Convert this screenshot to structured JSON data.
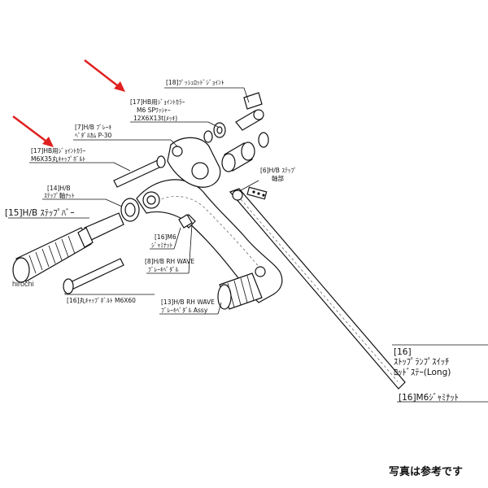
{
  "labels": {
    "l18": "[18]ﾌﾟｯｼｭﾛｯﾄﾞｼﾞｮｲﾝﾄ",
    "l17a_1": "[17]HB用ｼﾞｮｲﾝﾄｶﾗｰ",
    "l17a_2": "M6 SPﾜｯｼｬｰ",
    "l17a_3": "12X6X13t(ﾒｯｷ)",
    "l7_1": "[7]H/B ﾌﾞﾚｰｷ",
    "l7_2": "ﾍﾟﾀﾞﾙｶﾑ P-30",
    "l17b_1": "[17]HB用ｼﾞｮｲﾝﾄｶﾗｰ",
    "l17b_2": "M6X35丸ｷｬｯﾌﾟﾎﾞﾙﾄ",
    "l6_1": "[6]H/B ｽﾃｯﾌﾟ",
    "l6_2": "軸部",
    "l14_1": "[14]H/B",
    "l14_2": "ｽﾃｯﾌﾟ軸ﾅｯﾄ",
    "l15": "[15]H/B ｽﾃｯﾌﾟﾊﾞｰ",
    "l16a_1": "[16]M6",
    "l16a_2": "ｼﾞｬﾐﾅｯﾄ",
    "l8_1": "[8]H/B RH WAVE",
    "l8_2": "ﾌﾞﾚｰｷﾍﾟﾀﾞﾙ",
    "l16b": "[16]丸ｷｬｯﾌﾟﾎﾞﾙﾄ M6X60",
    "l13_1": "[13]H/B RH WAVE",
    "l13_2": "ﾌﾞﾚｰｷﾍﾟﾀﾞﾙ Assy",
    "l16c_1": "[16]",
    "l16c_2": "ｽﾄｯﾌﾟﾗﾝﾌﾟｽｲｯﾁ",
    "l16c_3": "ﾛｯﾄﾞｽﾃｰ(Long)",
    "l16d": "[16]M6ｼﾞｬﾐﾅｯﾄ"
  },
  "watermark": "hirochi",
  "reference_note": "写真は参考です",
  "colors": {
    "arrow": "#e02020",
    "ink": "#111111"
  }
}
